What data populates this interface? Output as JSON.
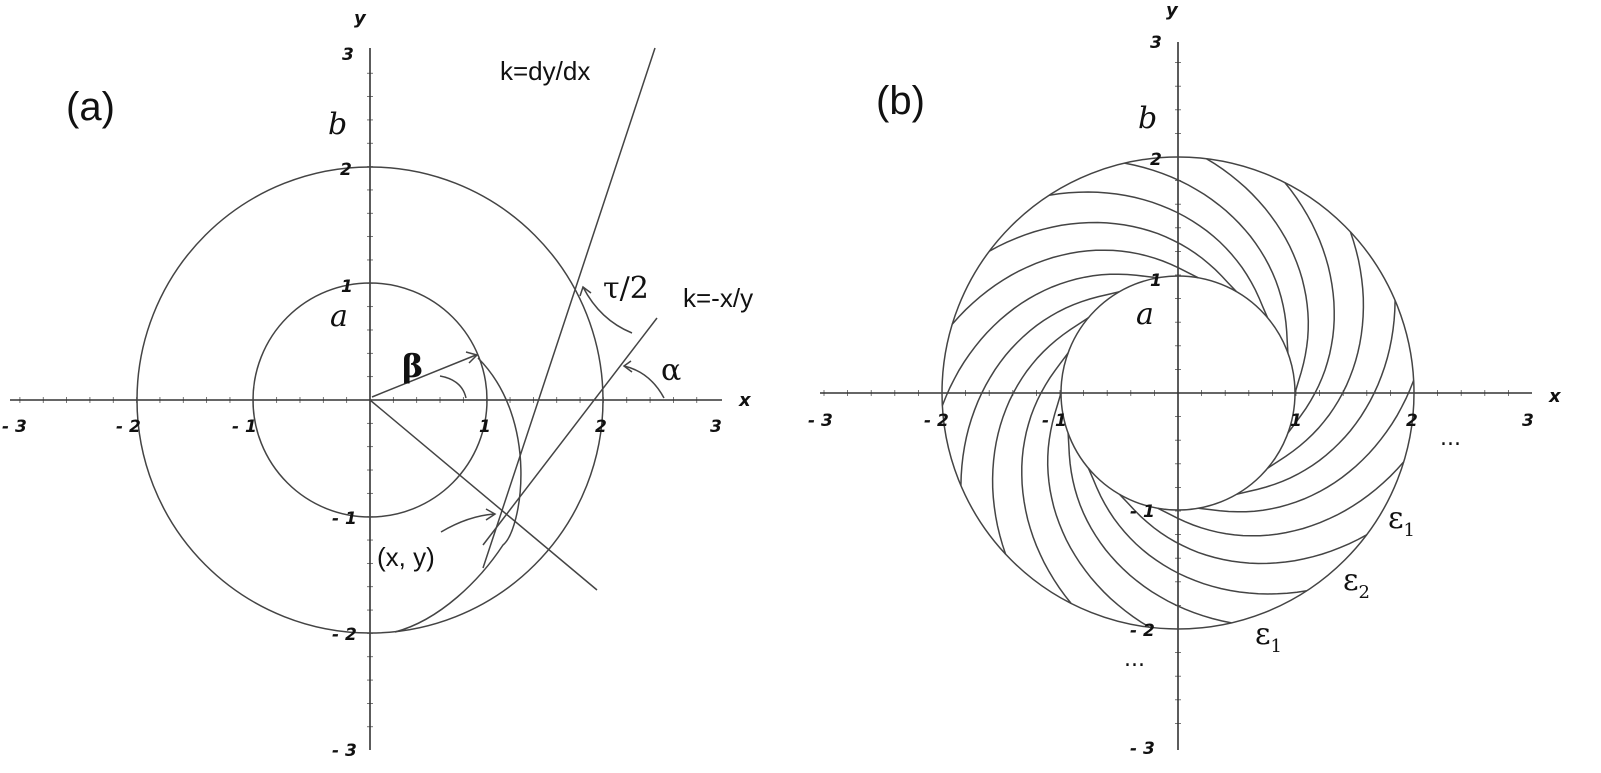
{
  "panels": [
    {
      "id": "a",
      "label": "(a)",
      "axis_x_name": "x",
      "axis_y_name": "y",
      "ticks_x": [
        "- 3",
        "- 2",
        "- 1",
        "1",
        "2",
        "3"
      ],
      "ticks_y": [
        "3",
        "2",
        "1",
        "- 1",
        "- 2",
        "- 3"
      ],
      "circle_inner_label": "a",
      "circle_outer_label": "b",
      "labels": {
        "slope_tangent": "k=dy/dx",
        "slope_normal": "k=-x/y",
        "tau_half": "τ/2",
        "beta": "β",
        "alpha": "α",
        "point": "(x, y)"
      }
    },
    {
      "id": "b",
      "label": "(b)",
      "axis_x_name": "x",
      "axis_y_name": "y",
      "ticks_x": [
        "- 3",
        "- 2",
        "- 1",
        "1",
        "2",
        "3"
      ],
      "ticks_y": [
        "3",
        "2",
        "1",
        "- 1",
        "- 2",
        "- 3"
      ],
      "circle_inner_label": "a",
      "circle_outer_label": "b",
      "labels": {
        "eps1_upper": "ε",
        "eps1_upper_sub": "1",
        "eps2": "ε",
        "eps2_sub": "2",
        "eps1_lower": "ε",
        "eps1_lower_sub": "1",
        "dots_right": "...",
        "dots_bottom": "..."
      },
      "curve_count": 18
    }
  ],
  "geometry": {
    "inner_radius": 1,
    "outer_radius": 2,
    "axis_range": [
      -3,
      3
    ]
  }
}
